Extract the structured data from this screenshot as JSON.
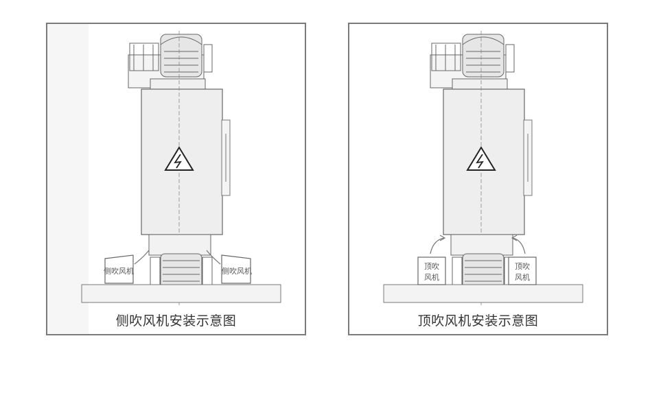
{
  "panels": [
    {
      "caption": "侧吹风机安装示意图",
      "fan_label": "侧吹风机",
      "mode": "side"
    },
    {
      "caption": "顶吹风机安装示意图",
      "fan_label_line1": "顶吹",
      "fan_label_line2": "风机",
      "mode": "top"
    }
  ],
  "colors": {
    "border": "#7a7a7a",
    "body_fill": "#eeeeee",
    "line": "#666666",
    "caption": "#333333"
  },
  "icons": [
    "high-voltage-warning-icon",
    "airflow-arrow-icon"
  ]
}
